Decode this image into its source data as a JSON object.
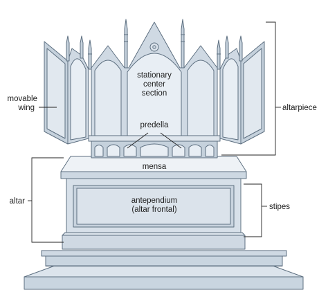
{
  "labels": {
    "stationary": [
      "stationary",
      "center",
      "section"
    ],
    "predella": "predella",
    "movable_wing": [
      "movable",
      "wing"
    ],
    "altarpiece": "altarpiece",
    "mensa": "mensa",
    "altar": "altar",
    "antependium": [
      "antependium",
      "(altar frontal)"
    ],
    "stipes": "stipes"
  },
  "colors": {
    "outline": "#5d6f80",
    "face_light": "#e7edf3",
    "face_mid": "#d3dde7",
    "face_dark": "#b9c7d4",
    "leader": "#222222"
  }
}
